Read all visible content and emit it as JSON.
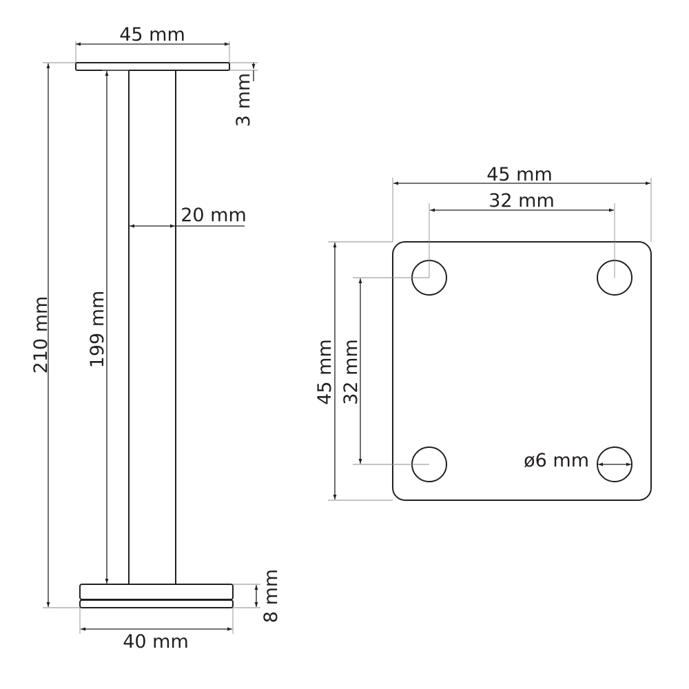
{
  "side_view": {
    "top_plate_width": "45 mm",
    "top_plate_thickness": "3 mm",
    "tube_diameter": "20 mm",
    "tube_length": "199 mm",
    "total_height": "210 mm",
    "base_thickness": "8 mm",
    "base_width": "40 mm"
  },
  "plate_view": {
    "plate_width": "45 mm",
    "hole_spacing_horizontal": "32 mm",
    "plate_height": "45 mm",
    "hole_spacing_vertical": "32 mm",
    "hole_diameter": "ø6 mm"
  },
  "colors": {
    "line": "#231f20",
    "extension_line": "#8a8a8a",
    "background": "#ffffff"
  }
}
